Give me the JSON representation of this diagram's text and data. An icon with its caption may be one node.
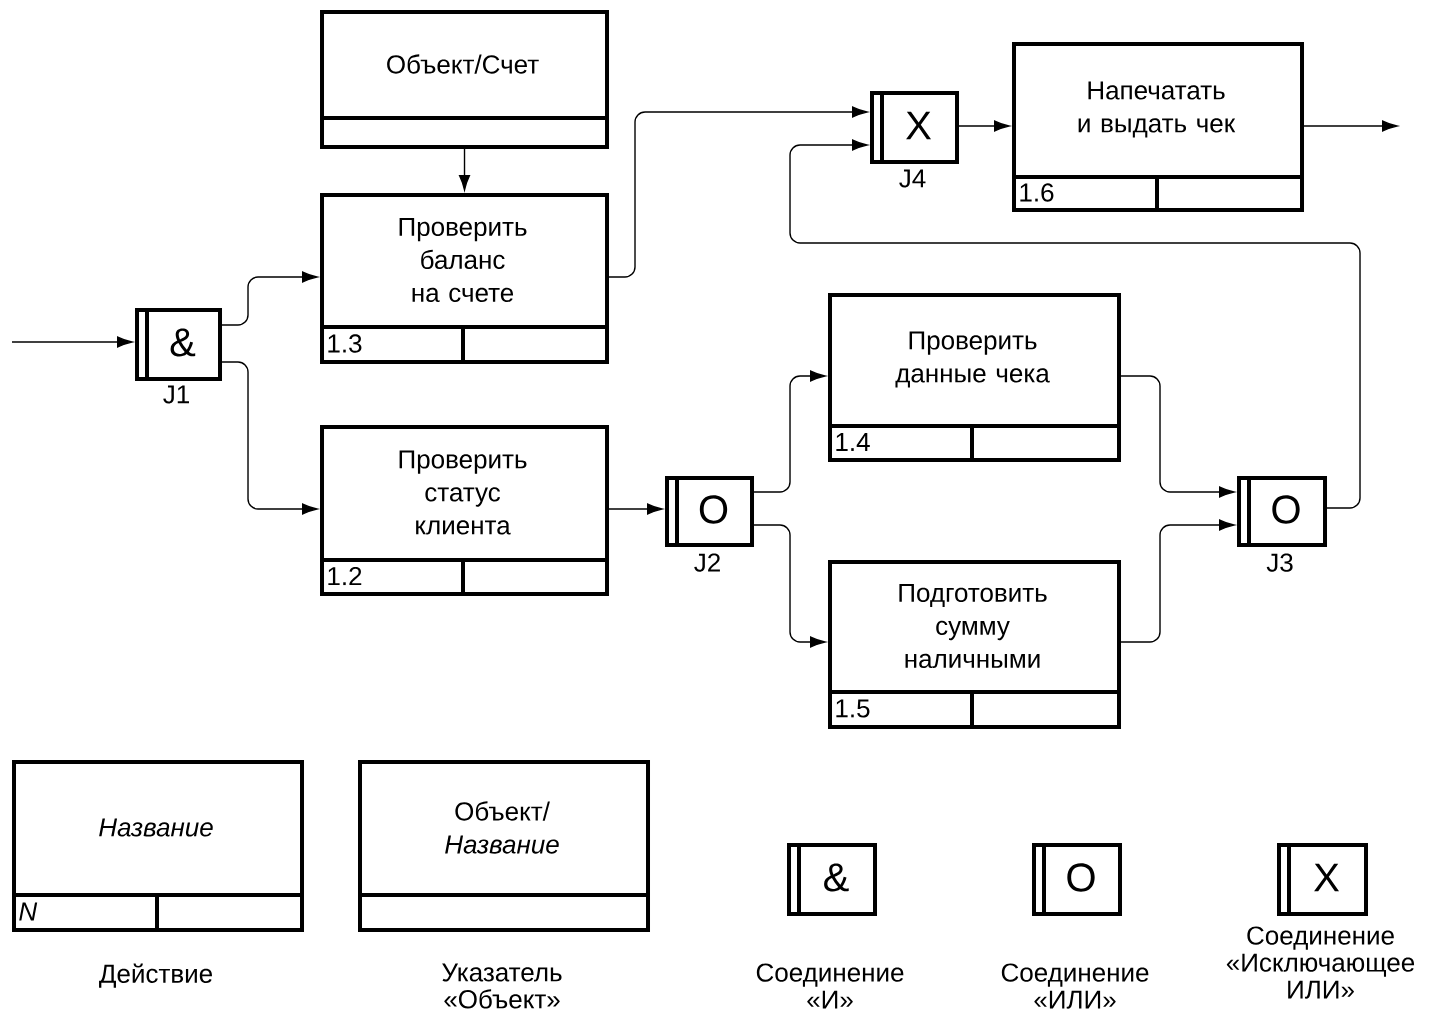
{
  "diagram": {
    "nodes": [
      {
        "text": [
          "Объект/Счет"
        ]
      },
      {
        "text": [
          "Проверить баланс на счете",
          "1.3"
        ]
      },
      {
        "text": [
          "&"
        ],
        "beside": [
          "J1"
        ]
      },
      {
        "text": [
          "Проверить статус клиента",
          "1.2"
        ]
      },
      {
        "text": [
          "O"
        ],
        "beside": [
          "J2"
        ]
      },
      {
        "text": [
          "Проверить данные чека",
          "1.4"
        ]
      },
      {
        "text": [
          "Подготовить сумму наличными",
          "1.5"
        ]
      },
      {
        "text": [
          "O"
        ],
        "beside": [
          "J3"
        ]
      },
      {
        "text": [
          "X"
        ],
        "beside": [
          "J4"
        ]
      },
      {
        "text": [
          "Напечатать и выдать чек",
          "1.6"
        ]
      },
      {
        "text": [
          "Название",
          "N"
        ],
        "beside": [
          "Действие"
        ]
      },
      {
        "text": [
          "Объект/ *Название*"
        ],
        "beside": [
          "Указатель «Объект»"
        ]
      },
      {
        "text": [
          "&"
        ],
        "beside": [
          "Соединение «И»"
        ]
      },
      {
        "text": [
          "O"
        ],
        "beside": [
          "Соединение «ИЛИ»"
        ]
      },
      {
        "text": [
          "X"
        ],
        "beside": [
          "Соединение «Исключающее ИЛИ»"
        ]
      }
    ],
    "edges": [
      {
        "from": null,
        "to": 2,
        "arrow": "to"
      },
      {
        "from": 2,
        "to": 1,
        "arrow": "to"
      },
      {
        "from": 2,
        "to": 3,
        "arrow": "to"
      },
      {
        "from": 0,
        "to": 1,
        "arrow": "to"
      },
      {
        "from": 1,
        "to": 8,
        "arrow": "to"
      },
      {
        "from": 3,
        "to": 4,
        "arrow": "to"
      },
      {
        "from": 4,
        "to": 5,
        "arrow": "to"
      },
      {
        "from": 4,
        "to": 6,
        "arrow": "to"
      },
      {
        "from": 5,
        "to": 7,
        "arrow": "to"
      },
      {
        "from": 6,
        "to": 7,
        "arrow": "to"
      },
      {
        "from": 7,
        "to": 8,
        "arrow": "to"
      },
      {
        "from": 8,
        "to": 9,
        "arrow": "to"
      },
      {
        "from": 9,
        "to": null,
        "arrow": "to"
      }
    ]
  }
}
